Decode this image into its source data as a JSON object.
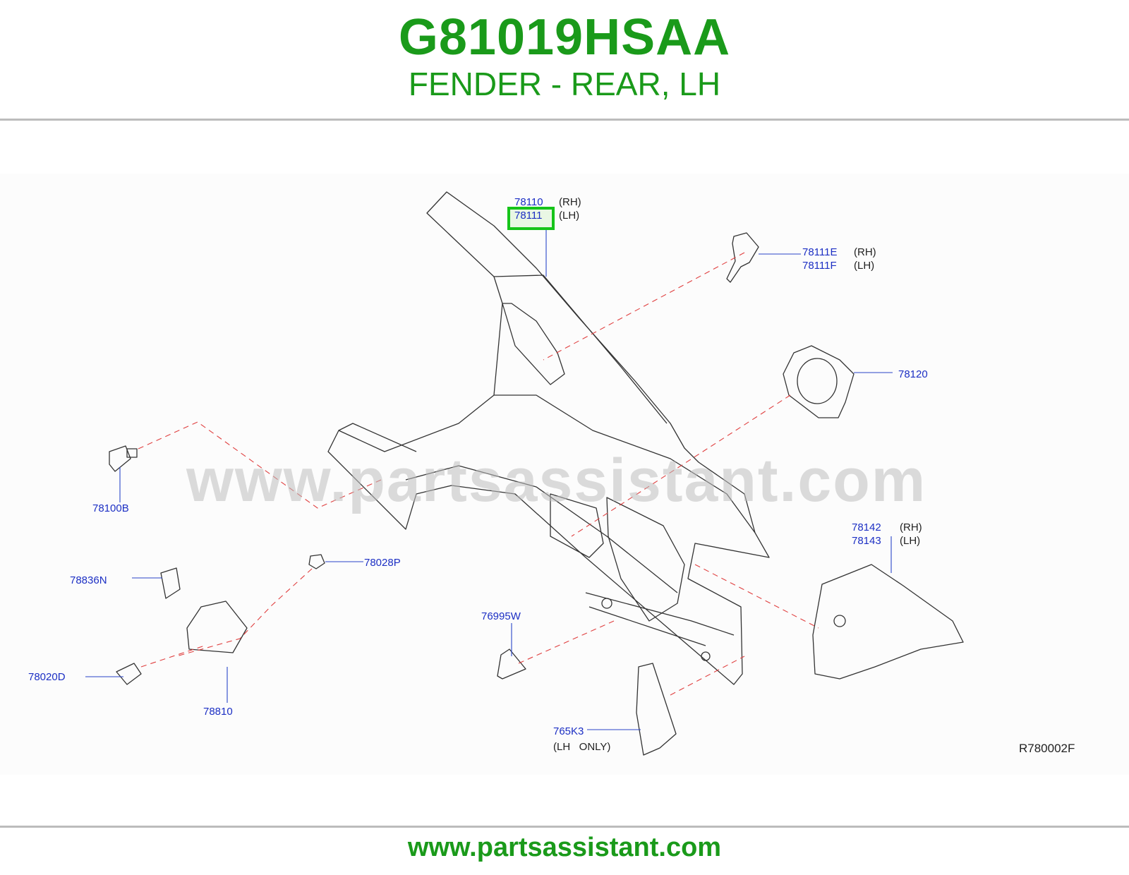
{
  "header": {
    "part_number": "G81019HSAA",
    "part_title": "FENDER - REAR, LH"
  },
  "diagram": {
    "watermark": "www.partsassistant.com",
    "reference_code": "R780002F",
    "highlighted_part": "78111",
    "callouts": {
      "c78110": "78110",
      "c78110_side": "(RH)",
      "c78111": "78111",
      "c78111_side": "(LH)",
      "c78111E": "78111E",
      "c78111E_side": "(RH)",
      "c78111F": "78111F",
      "c78111F_side": "(LH)",
      "c78120": "78120",
      "c78100B": "78100B",
      "c78142": "78142",
      "c78142_side": "(RH)",
      "c78143": "78143",
      "c78143_side": "(LH)",
      "c78836N": "78836N",
      "c78028P": "78028P",
      "c76995W": "76995W",
      "c78020D": "78020D",
      "c78810": "78810",
      "c765K3": "765K3",
      "c765K3_note": "(LH   ONLY)"
    }
  },
  "footer": {
    "url": "www.partsassistant.com"
  },
  "colors": {
    "brand_green": "#1a9a1a",
    "callout_blue": "#1c2fc4",
    "highlight_green": "#16c41a",
    "dashed_red": "#e04040"
  }
}
